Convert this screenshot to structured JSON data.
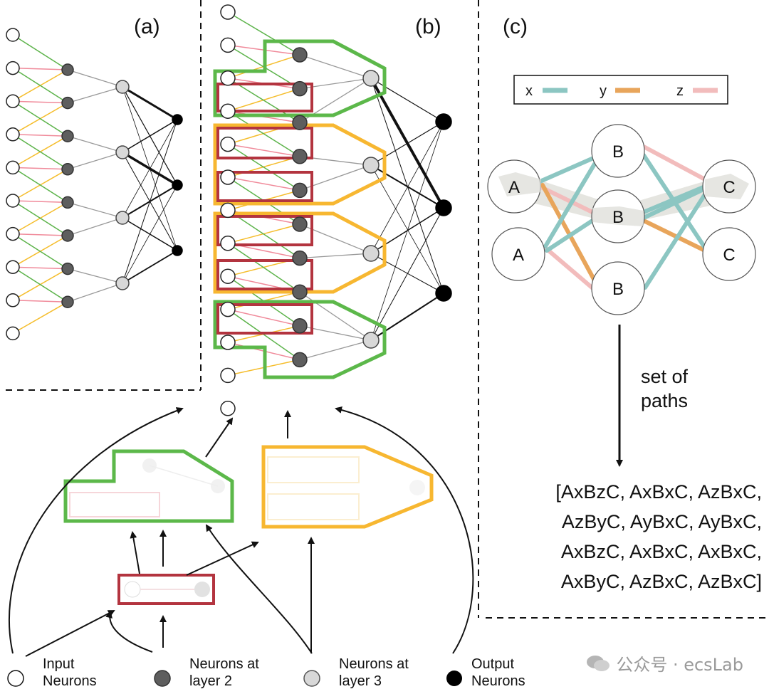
{
  "panels": {
    "a": "(a)",
    "b": "(b)",
    "c": "(c)"
  },
  "legend_c": {
    "x": "x",
    "y": "y",
    "z": "z"
  },
  "colors": {
    "x_edge": "#8cc6c2",
    "y_edge": "#e8a55b",
    "z_edge": "#f2bcbc",
    "green_link": "#5cb34a",
    "yellow_link": "#f5bd2b",
    "pink_link": "#f08a9a",
    "green_box": "#5cb84a",
    "yellow_box": "#f7b731",
    "red_box": "#b3343f",
    "layer2_fill": "#5e5e5e",
    "layer3_fill": "#d8d8d8",
    "output_fill": "#000000"
  },
  "graph_c": {
    "nodes": [
      "A",
      "A",
      "B",
      "B",
      "B",
      "C",
      "C"
    ],
    "arrow_label_line1": "set of",
    "arrow_label_line2": "paths"
  },
  "path_set": {
    "line1": "[AxBzC,  AxBxC,  AzBxC,",
    "line2": "AzByC,  AyBxC,  AyBxC,",
    "line3": "AxBzC,  AxBxC,  AxBxC,",
    "line4": "AxByC,  AzBxC,  AzBxC]"
  },
  "bottom_legend": {
    "input_1": "Input",
    "input_2": "Neurons",
    "layer2_1": "Neurons at",
    "layer2_2": "layer 2",
    "layer3_1": "Neurons at",
    "layer3_2": "layer 3",
    "output_1": "Output",
    "output_2": "Neurons"
  },
  "watermark": "公众号 · ecsLab"
}
